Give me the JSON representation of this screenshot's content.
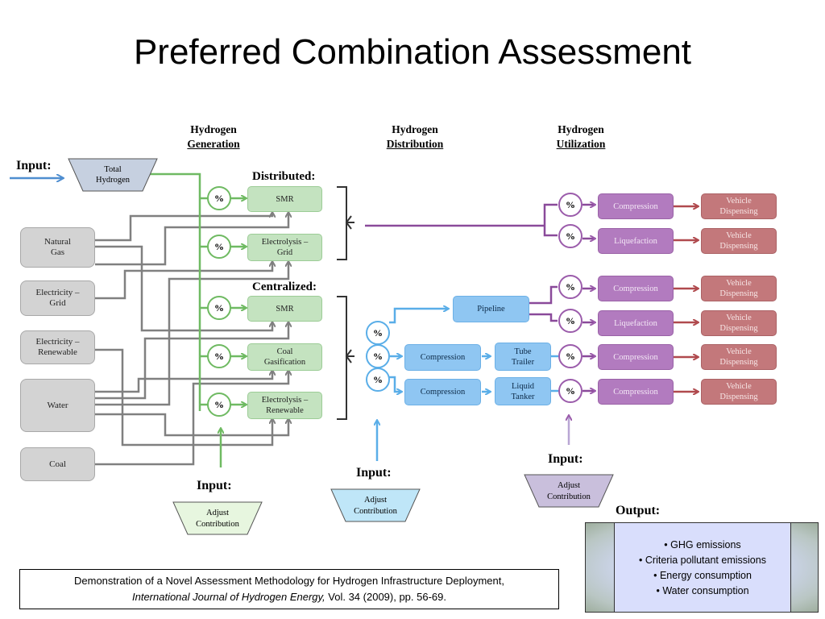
{
  "title": "Preferred Combination Assessment",
  "headers": {
    "generation": {
      "line1": "Hydrogen",
      "line2": "Generation"
    },
    "distribution": {
      "line1": "Hydrogen",
      "line2": "Distribution"
    },
    "utilization": {
      "line1": "Hydrogen",
      "line2": "Utilization"
    }
  },
  "input_main": {
    "label": "Input:",
    "box": [
      "Total",
      "Hydrogen"
    ]
  },
  "sources": [
    {
      "id": "natural-gas",
      "lines": [
        "Natural",
        "Gas"
      ]
    },
    {
      "id": "electricity-grid",
      "lines": [
        "Electricity –",
        "Grid"
      ]
    },
    {
      "id": "electricity-renewable",
      "lines": [
        "Electricity –",
        "Renewable"
      ]
    },
    {
      "id": "water",
      "lines": [
        "Water"
      ]
    },
    {
      "id": "coal",
      "lines": [
        "Coal"
      ]
    }
  ],
  "distributed_label": "Distributed:",
  "centralized_label": "Centralized:",
  "generation": [
    {
      "id": "smr-distributed",
      "lines": [
        "SMR"
      ]
    },
    {
      "id": "electrolysis-grid",
      "lines": [
        "Electrolysis –",
        "Grid"
      ]
    },
    {
      "id": "smr-centralized",
      "lines": [
        "SMR"
      ]
    },
    {
      "id": "coal-gasification",
      "lines": [
        "Coal",
        "Gasification"
      ]
    },
    {
      "id": "electrolysis-renewable",
      "lines": [
        "Electrolysis –",
        "Renewable"
      ]
    }
  ],
  "percent_symbol": "%",
  "distribution": {
    "pipeline": "Pipeline",
    "compression_1": "Compression",
    "compression_2": "Compression",
    "tube_trailer": [
      "Tube",
      "Trailer"
    ],
    "liquid_tanker": [
      "Liquid",
      "Tanker"
    ]
  },
  "utilization": [
    {
      "process": "Compression",
      "vehicle": [
        "Vehicle",
        "Dispensing"
      ]
    },
    {
      "process": "Liquefaction",
      "vehicle": [
        "Vehicle",
        "Dispensing"
      ]
    },
    {
      "process": "Compression",
      "vehicle": [
        "Vehicle",
        "Dispensing"
      ]
    },
    {
      "process": "Liquefaction",
      "vehicle": [
        "Vehicle",
        "Dispensing"
      ]
    },
    {
      "process": "Compression",
      "vehicle": [
        "Vehicle",
        "Dispensing"
      ]
    },
    {
      "process": "Compression",
      "vehicle": [
        "Vehicle",
        "Dispensing"
      ]
    }
  ],
  "inputs": {
    "generation": {
      "label": "Input:",
      "box": [
        "Adjust",
        "Contribution"
      ]
    },
    "distribution": {
      "label": "Input:",
      "box": [
        "Adjust",
        "Contribution"
      ]
    },
    "utilization": {
      "label": "Input:",
      "box": [
        "Adjust",
        "Contribution"
      ]
    }
  },
  "output": {
    "label": "Output:",
    "items": [
      "GHG emissions",
      "Criteria pollutant  emissions",
      "Energy consumption",
      "Water consumption"
    ]
  },
  "citation": {
    "line1": "Demonstration of a Novel Assessment Methodology for Hydrogen Infrastructure Deployment,",
    "journal": "International Journal of Hydrogen Energy,",
    "rest": " Vol. 34 (2009), pp. 56-69."
  },
  "colors": {
    "source_gray": "#d3d3d3",
    "generation_green": "#c4e3c0",
    "distribution_blue": "#8fc6f2",
    "utilization_purple": "#b27bbf",
    "vehicle_red": "#c3787b",
    "connector_gray": "#808080"
  }
}
